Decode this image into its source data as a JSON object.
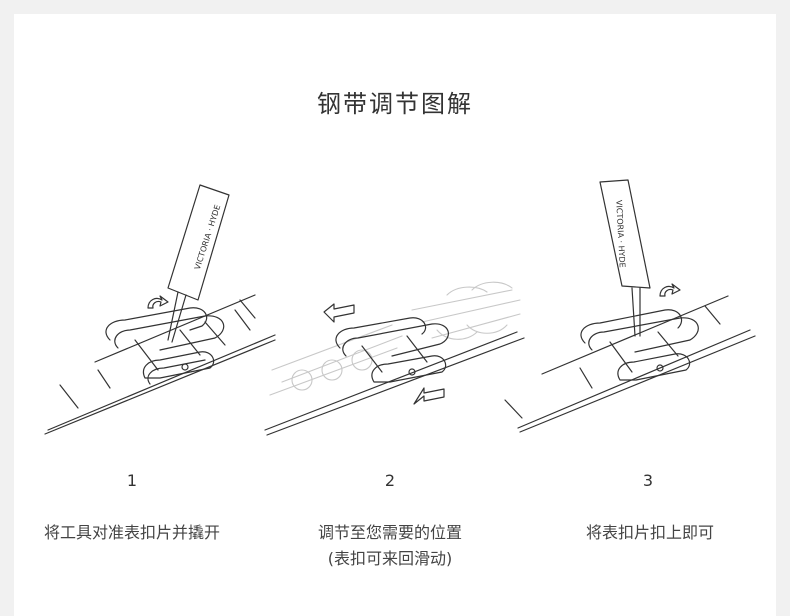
{
  "title": "钢带调节图解",
  "tool_brand": "VICTORIA · HYDE",
  "steps": [
    {
      "number": "1",
      "caption": "将工具对准表扣片并撬开",
      "caption2": ""
    },
    {
      "number": "2",
      "caption": "调节至您需要的位置",
      "caption2": "(表扣可来回滑动)"
    },
    {
      "number": "3",
      "caption": "将表扣片扣上即可",
      "caption2": ""
    }
  ]
}
